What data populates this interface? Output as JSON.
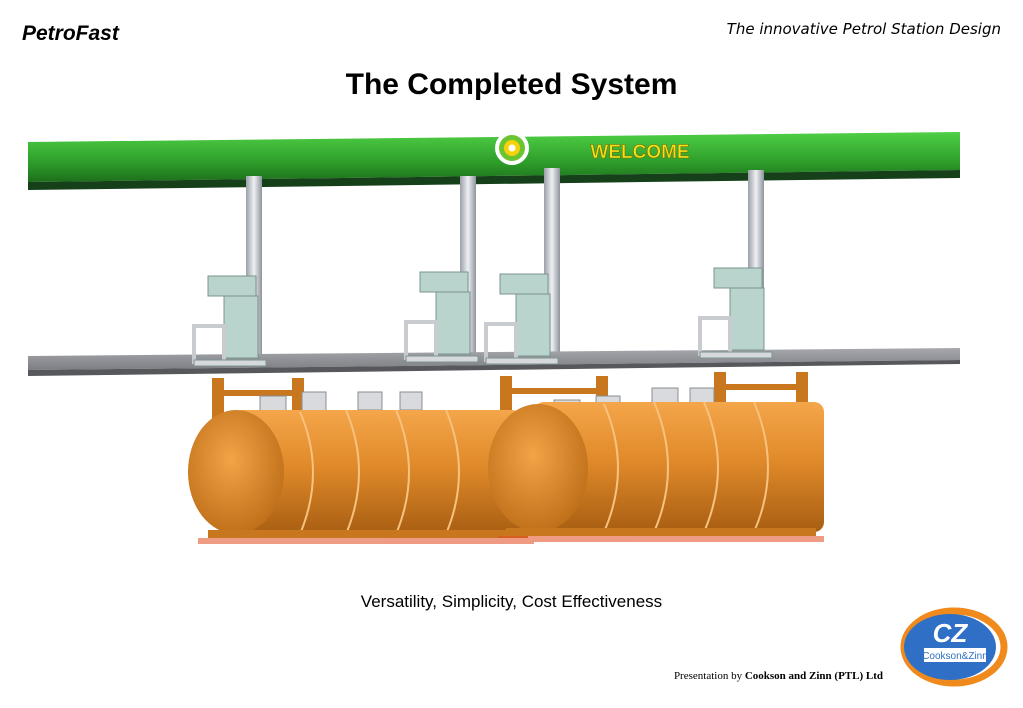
{
  "header": {
    "brand": "PetroFast",
    "tagline": "The innovative Petrol Station Design"
  },
  "slide": {
    "title": "The Completed System",
    "subtitle": "Versatility, Simplicity, Cost Effectiveness"
  },
  "illustration": {
    "canopy_sign": "WELCOME",
    "colors": {
      "canopy": "#2e9e2b",
      "tank": "#e08a2a",
      "frame": "#c9771e",
      "slab": "#8f9196",
      "dispenser": "#b9d4cc"
    }
  },
  "footer": {
    "credit_prefix": "Presentation by",
    "company": "Cookson and Zinn (PTL) Ltd",
    "logo_initials": "CZ",
    "logo_text": "Cookson&Zinn"
  }
}
